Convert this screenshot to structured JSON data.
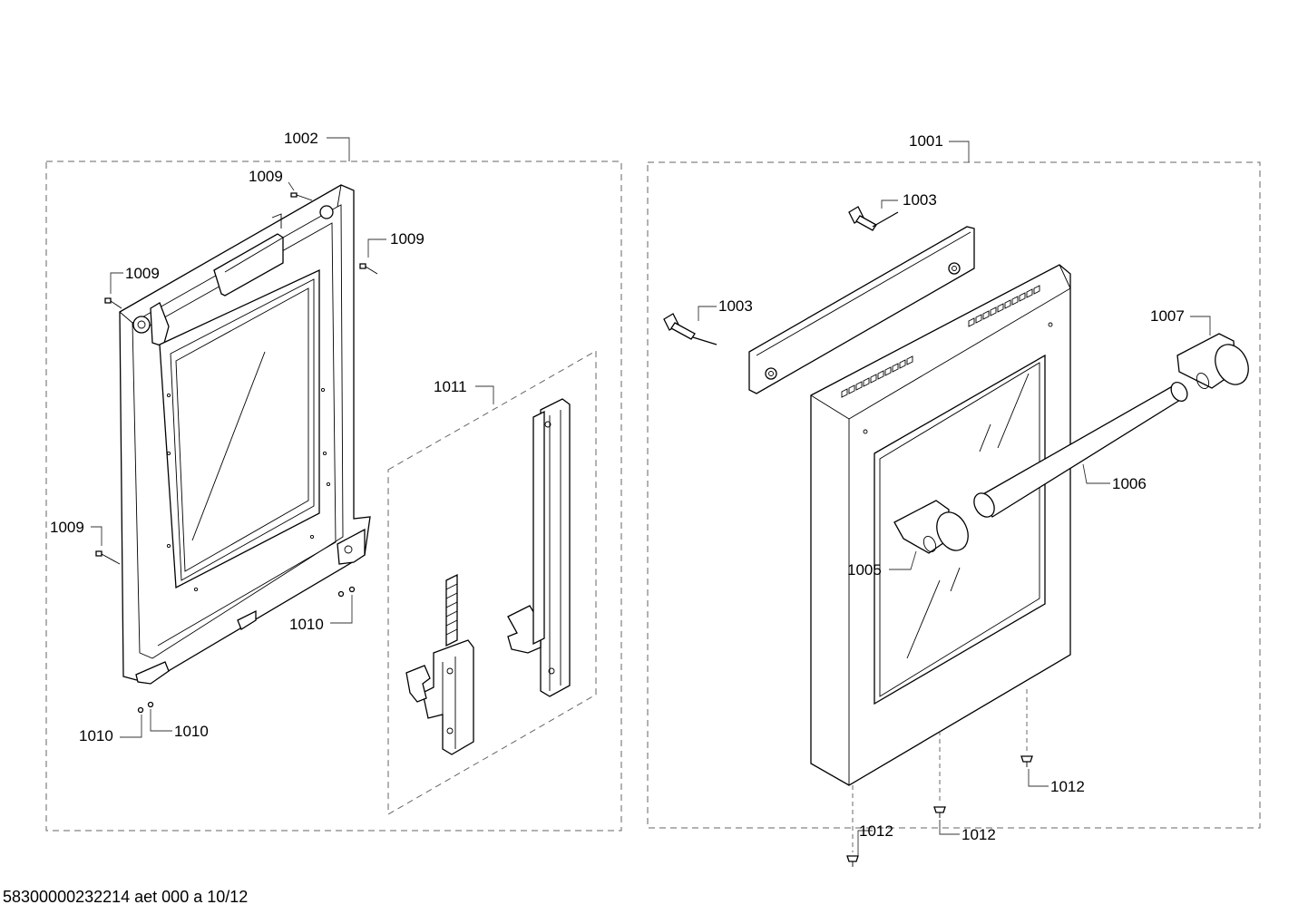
{
  "labels": {
    "group_left": "1002",
    "group_right": "1001",
    "hinge_group": "1011",
    "screw_top": "1009",
    "screw_right": "1009",
    "screw_upper_left": "1009",
    "screw_lower_left": "1009",
    "clip_right": "1010",
    "clip_bottom_a": "1010",
    "clip_bottom_b": "1010",
    "bolt_top": "1003",
    "bolt_left": "1003",
    "end_cap_right": "1007",
    "handle_bar": "1006",
    "end_cap_left": "1005",
    "screw_bottom_right": "1012",
    "screw_bottom_mid": "1012",
    "screw_bottom_left": "1012"
  },
  "footer": {
    "doc_id": "58300000232214 aet 000 a 10/12"
  }
}
